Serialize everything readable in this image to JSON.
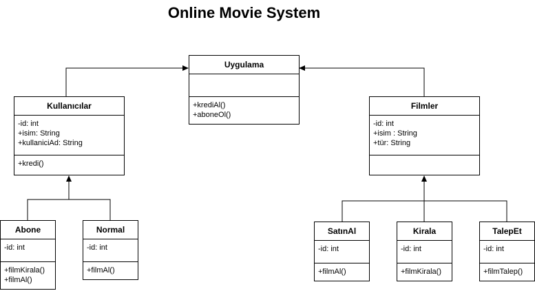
{
  "title": "Online Movie System",
  "classes": {
    "uygulama": {
      "name": "Uygulama",
      "attributes": [],
      "operations": [
        "+krediAl()",
        "+aboneOl()"
      ]
    },
    "kullanicilar": {
      "name": "Kullanıcılar",
      "attributes": [
        "-id: int",
        "+isim: String",
        "+kullaniciAd: String"
      ],
      "operations": [
        "+kredi()"
      ]
    },
    "filmler": {
      "name": "Filmler",
      "attributes": [
        "-id: int",
        "+isim : String",
        "+tür: String"
      ],
      "operations": []
    },
    "abone": {
      "name": "Abone",
      "attributes": [
        "-id: int"
      ],
      "operations": [
        "+filmKirala()",
        "+filmAl()"
      ]
    },
    "normal": {
      "name": "Normal",
      "attributes": [
        "-id: int"
      ],
      "operations": [
        "+filmAl()"
      ]
    },
    "satinal": {
      "name": "SatınAl",
      "attributes": [
        "-id: int"
      ],
      "operations": [
        "+filmAl()"
      ]
    },
    "kirala": {
      "name": "Kirala",
      "attributes": [
        "-id: int"
      ],
      "operations": [
        "+filmKirala()"
      ]
    },
    "talepet": {
      "name": "TalepEt",
      "attributes": [
        "-id: int"
      ],
      "operations": [
        "+filmTalep()"
      ]
    }
  },
  "relationships": [
    {
      "type": "association",
      "from": "kullanicilar",
      "to": "uygulama"
    },
    {
      "type": "association",
      "from": "filmler",
      "to": "uygulama"
    },
    {
      "type": "inheritance",
      "from": "abone",
      "to": "kullanicilar"
    },
    {
      "type": "inheritance",
      "from": "normal",
      "to": "kullanicilar"
    },
    {
      "type": "inheritance",
      "from": "satinal",
      "to": "filmler"
    },
    {
      "type": "inheritance",
      "from": "kirala",
      "to": "filmler"
    },
    {
      "type": "inheritance",
      "from": "talepet",
      "to": "filmler"
    }
  ]
}
